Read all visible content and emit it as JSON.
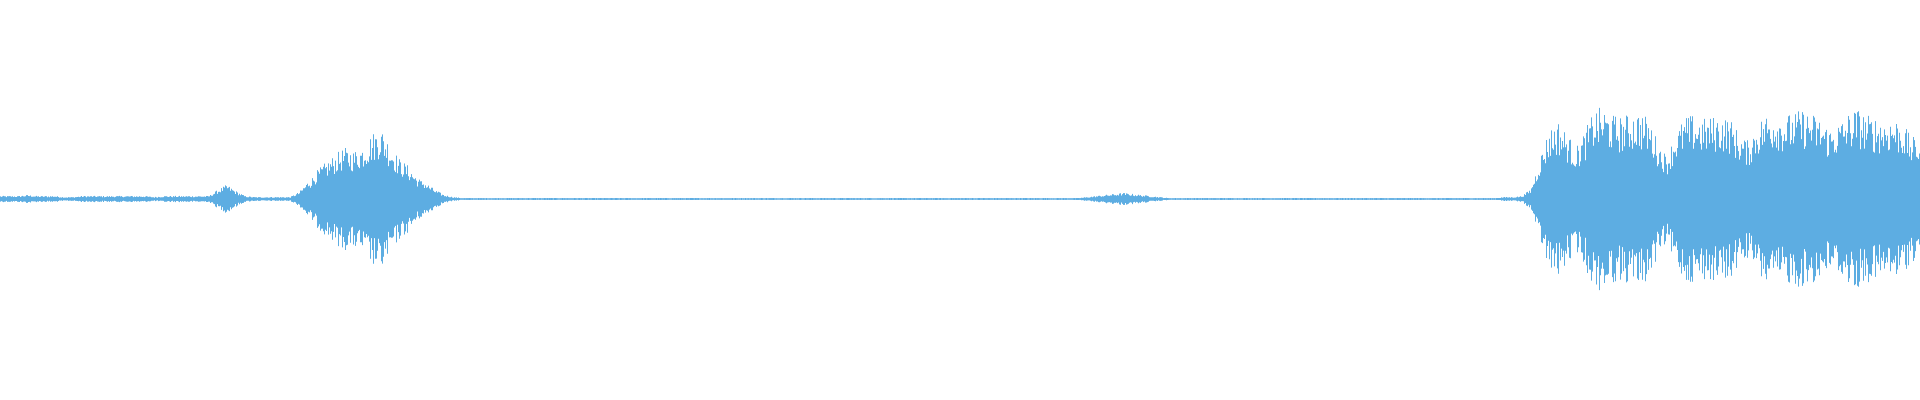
{
  "waveform": {
    "color": "#5dade2",
    "background": "#ffffff",
    "peaks": [
      0.03,
      0.03,
      0.03,
      0.04,
      0.03,
      0.03,
      0.03,
      0.02,
      0.02,
      0.03,
      0.03,
      0.03,
      0.03,
      0.03,
      0.03,
      0.03,
      0.03,
      0.02,
      0.03,
      0.03,
      0.03,
      0.03,
      0.03,
      0.03,
      0.09,
      0.14,
      0.08,
      0.03,
      0.02,
      0.02,
      0.02,
      0.02,
      0.02,
      0.07,
      0.18,
      0.31,
      0.4,
      0.48,
      0.55,
      0.52,
      0.58,
      0.7,
      0.78,
      0.6,
      0.44,
      0.36,
      0.24,
      0.16,
      0.09,
      0.04,
      0.02,
      0.01,
      0.01,
      0.01,
      0.01,
      0.01,
      0.01,
      0.01,
      0.01,
      0.01,
      0.01,
      0.01,
      0.01,
      0.01,
      0.01,
      0.01,
      0.01,
      0.01,
      0.01,
      0.01,
      0.01,
      0.01,
      0.01,
      0.01,
      0.01,
      0.01,
      0.01,
      0.01,
      0.01,
      0.01,
      0.01,
      0.01,
      0.01,
      0.01,
      0.01,
      0.01,
      0.01,
      0.01,
      0.01,
      0.01,
      0.01,
      0.01,
      0.01,
      0.01,
      0.01,
      0.01,
      0.01,
      0.01,
      0.01,
      0.01,
      0.01,
      0.01,
      0.01,
      0.01,
      0.01,
      0.01,
      0.01,
      0.01,
      0.01,
      0.01,
      0.01,
      0.01,
      0.01,
      0.01,
      0.01,
      0.01,
      0.01,
      0.01,
      0.01,
      0.01,
      0.02,
      0.03,
      0.04,
      0.05,
      0.06,
      0.05,
      0.04,
      0.03,
      0.02,
      0.01,
      0.01,
      0.01,
      0.01,
      0.01,
      0.01,
      0.01,
      0.01,
      0.01,
      0.01,
      0.01,
      0.01,
      0.01,
      0.01,
      0.01,
      0.01,
      0.01,
      0.01,
      0.01,
      0.01,
      0.01,
      0.01,
      0.01,
      0.01,
      0.01,
      0.01,
      0.01,
      0.01,
      0.01,
      0.01,
      0.01,
      0.01,
      0.01,
      0.01,
      0.01,
      0.01,
      0.01,
      0.02,
      0.02,
      0.03,
      0.1,
      0.45,
      0.75,
      0.84,
      0.7,
      0.55,
      0.74,
      0.96,
      0.98,
      0.9,
      0.88,
      0.92,
      0.94,
      0.86,
      0.62,
      0.46,
      0.72,
      0.88,
      0.9,
      0.86,
      0.88,
      0.9,
      0.86,
      0.7,
      0.62,
      0.82,
      0.92,
      0.94,
      0.9,
      0.92,
      0.96,
      0.92,
      0.86,
      0.76,
      0.82,
      0.92,
      0.98,
      0.9,
      0.88,
      0.86,
      0.88,
      0.82,
      0.66
    ]
  }
}
